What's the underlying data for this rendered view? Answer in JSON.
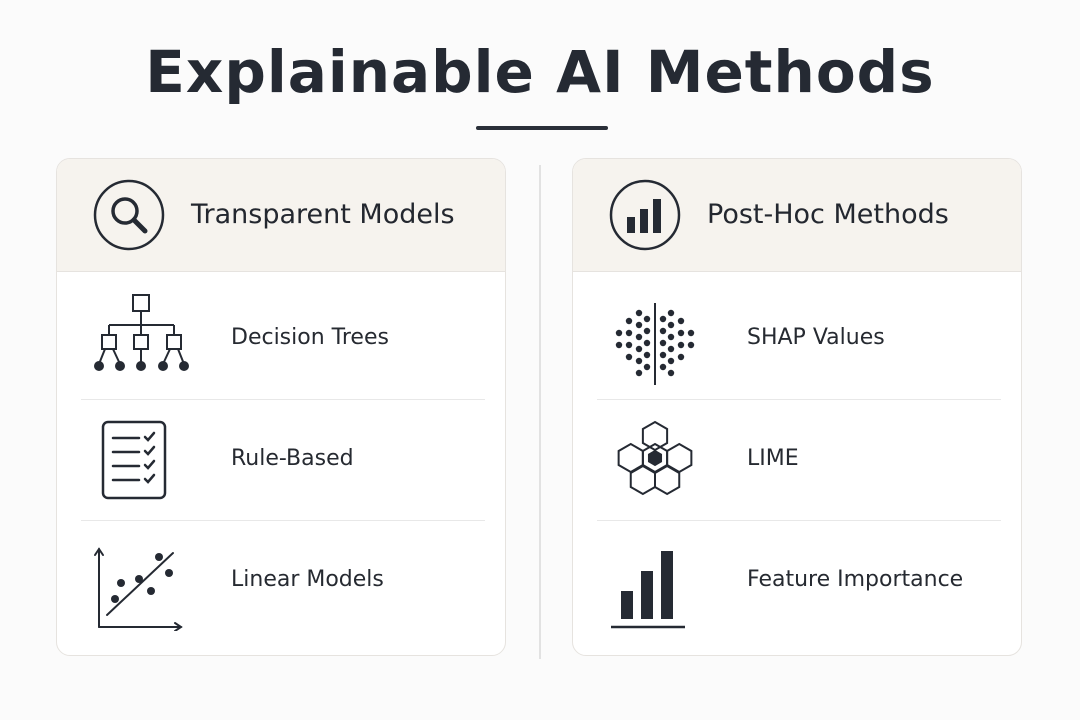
{
  "title": "Explainable AI Methods",
  "left_panel": {
    "title": "Transparent Models",
    "header_icon": "magnifier-icon",
    "items": [
      {
        "label": "Decision Trees",
        "icon": "decision-tree-icon"
      },
      {
        "label": "Rule-Based",
        "icon": "checklist-icon"
      },
      {
        "label": "Linear Models",
        "icon": "scatter-line-icon"
      }
    ]
  },
  "right_panel": {
    "title": "Post-Hoc Methods",
    "header_icon": "bar-chart-icon",
    "items": [
      {
        "label": "SHAP Values",
        "icon": "shap-dots-icon"
      },
      {
        "label": "LIME",
        "icon": "hexagon-cluster-icon"
      },
      {
        "label": "Feature Importance",
        "icon": "bar-chart-icon"
      }
    ]
  },
  "colors": {
    "background": "#fbfbfb",
    "panel_header": "#f6f3ee",
    "ink": "#252a33",
    "border": "#e6e3df"
  }
}
